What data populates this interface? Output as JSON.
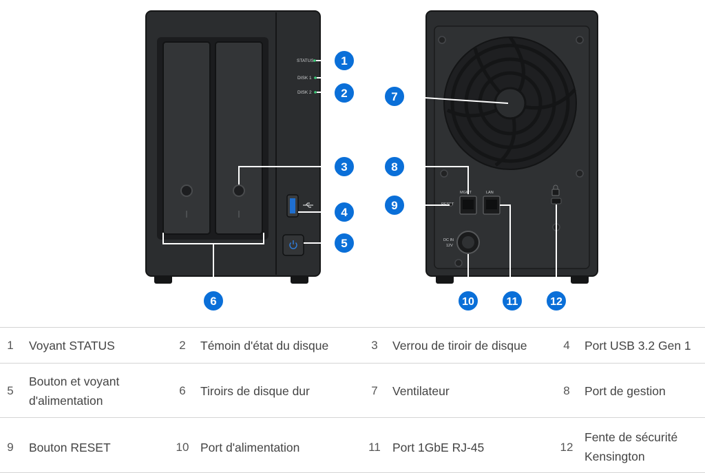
{
  "device_front": {
    "led_labels": {
      "status": "STATUS",
      "disk1": "DISK 1",
      "disk2": "DISK 2"
    }
  },
  "device_back": {
    "port_labels": {
      "reset": "RESET",
      "mgmt": "MGMT",
      "lan": "LAN",
      "dc_in": "DC IN",
      "dc_volt": "12V"
    }
  },
  "callouts": [
    "1",
    "2",
    "3",
    "4",
    "5",
    "6",
    "7",
    "8",
    "9",
    "10",
    "11",
    "12"
  ],
  "colors": {
    "callout": "#0a6fd8",
    "led": "#3ccf7a",
    "device": "#2b2d2f",
    "device_edge": "#151617"
  },
  "legend": [
    [
      {
        "num": "1",
        "label": "Voyant STATUS"
      },
      {
        "num": "2",
        "label": "Témoin d'état du disque"
      },
      {
        "num": "3",
        "label": "Verrou de tiroir de disque"
      },
      {
        "num": "4",
        "label": "Port USB 3.2 Gen 1"
      }
    ],
    [
      {
        "num": "5",
        "label": "Bouton et voyant d'alimentation"
      },
      {
        "num": "6",
        "label": "Tiroirs de disque dur"
      },
      {
        "num": "7",
        "label": "Ventilateur"
      },
      {
        "num": "8",
        "label": "Port de gestion"
      }
    ],
    [
      {
        "num": "9",
        "label": "Bouton RESET"
      },
      {
        "num": "10",
        "label": "Port d'alimentation"
      },
      {
        "num": "11",
        "label": "Port 1GbE RJ-45"
      },
      {
        "num": "12",
        "label": "Fente de sécurité Kensington"
      }
    ]
  ]
}
